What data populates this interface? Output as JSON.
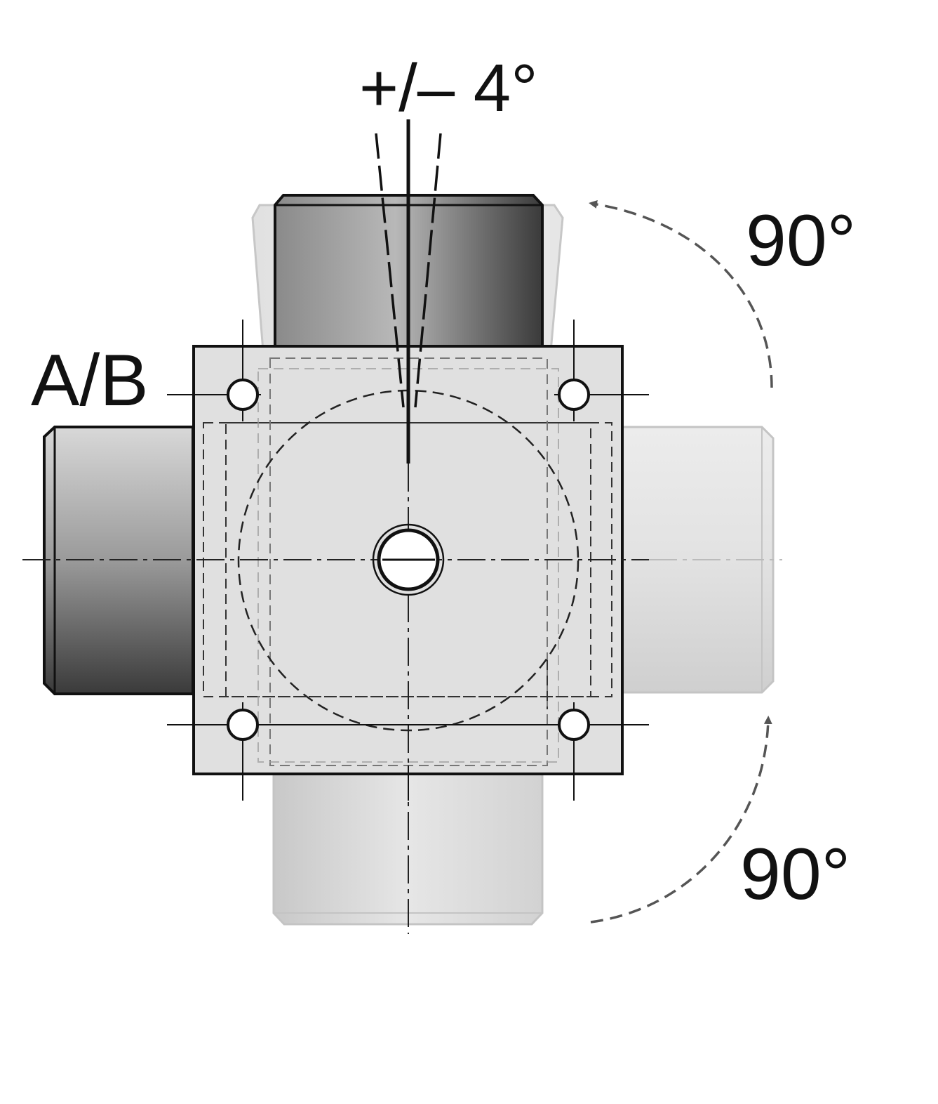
{
  "labels": {
    "tilt": "+/– 4°",
    "rotation_upper": "90°",
    "rotation_lower": "90°",
    "shaft_side": "A/B"
  },
  "colors": {
    "line": "#111111",
    "arrow": "#555555",
    "housing_fill": "#e0e0e0",
    "shaft_dark": "#4a4a4a",
    "shaft_ghost": "#bcbcbc"
  },
  "elements": {
    "housing": "square-flange-housing",
    "center_hub": "center-bore",
    "mounting_holes": [
      "hole",
      "hole",
      "hole",
      "hole"
    ],
    "shafts": [
      "shaft-top",
      "shaft-left",
      "shaft-right-ghost",
      "shaft-bottom-ghost"
    ]
  }
}
